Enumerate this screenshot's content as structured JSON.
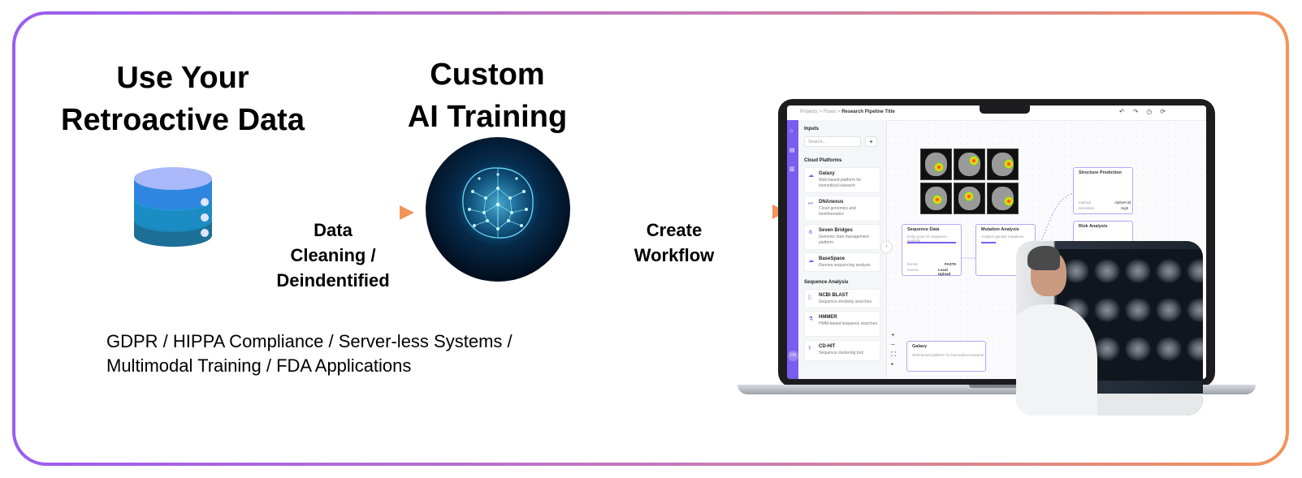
{
  "steps": {
    "source": {
      "line1": "Use Your",
      "line2": "Retroactive Data",
      "icon": "database-icon"
    },
    "training": {
      "line1": "Custom",
      "line2": "AI Training",
      "icon": "ai-brain-icon"
    }
  },
  "arrows": {
    "clean": {
      "line1": "Data",
      "line2": "Cleaning /",
      "line3": "Deindentified"
    },
    "workflow": {
      "line1": "Create",
      "line2": "Workflow"
    }
  },
  "features": {
    "line1": "GDPR / HIPPA Compliance / Server-less Systems /",
    "line2": "Multimodal Training / FDA Applications"
  },
  "app": {
    "breadcrumb": {
      "a": "Projects",
      "sep": ">",
      "b": "Flows",
      "c": "Research Pipeline Title"
    },
    "avatar": "DS",
    "panel": {
      "inputs_title": "Inputs",
      "search_placeholder": "Search...",
      "cloud_title": "Cloud Platforms",
      "cloud_items": [
        {
          "name": "Galaxy",
          "desc": "Web-based platform for biomedical research"
        },
        {
          "name": "DNAnexus",
          "desc": "Cloud genomics and bioinformatics"
        },
        {
          "name": "Seven Bridges",
          "desc": "Genomic data management platform"
        },
        {
          "name": "BaseSpace",
          "desc": "Illumina sequencing analysis"
        }
      ],
      "seq_title": "Sequence Analysis",
      "seq_items": [
        {
          "name": "NCBI BLAST",
          "desc": "Sequence similarity searches"
        },
        {
          "name": "HMMER",
          "desc": "HMM-based sequence searches"
        },
        {
          "name": "CD-HIT",
          "desc": "Sequence clustering tool"
        }
      ]
    },
    "nodes": {
      "sequence": {
        "title": "Sequence Data",
        "sub": "Entry point for sequence analysis",
        "format_label": "format",
        "format": "FASTA",
        "source_label": "source",
        "source": "Local Upload"
      },
      "mutation": {
        "title": "Mutation Analysis",
        "sub": "Analyze genetic mutations"
      },
      "structure": {
        "title": "Structure Prediction",
        "method_label": "method",
        "method": "AlphaFold",
        "res_label": "resolution",
        "res": "High"
      },
      "risk": {
        "title": "Risk Analysis"
      },
      "galaxy": {
        "title": "Galaxy",
        "sub": "Web-based platform for biomedical research"
      }
    }
  },
  "colors": {
    "purple": "#9a5cf2",
    "orange": "#f4935a",
    "accent": "#7b5cf0"
  }
}
